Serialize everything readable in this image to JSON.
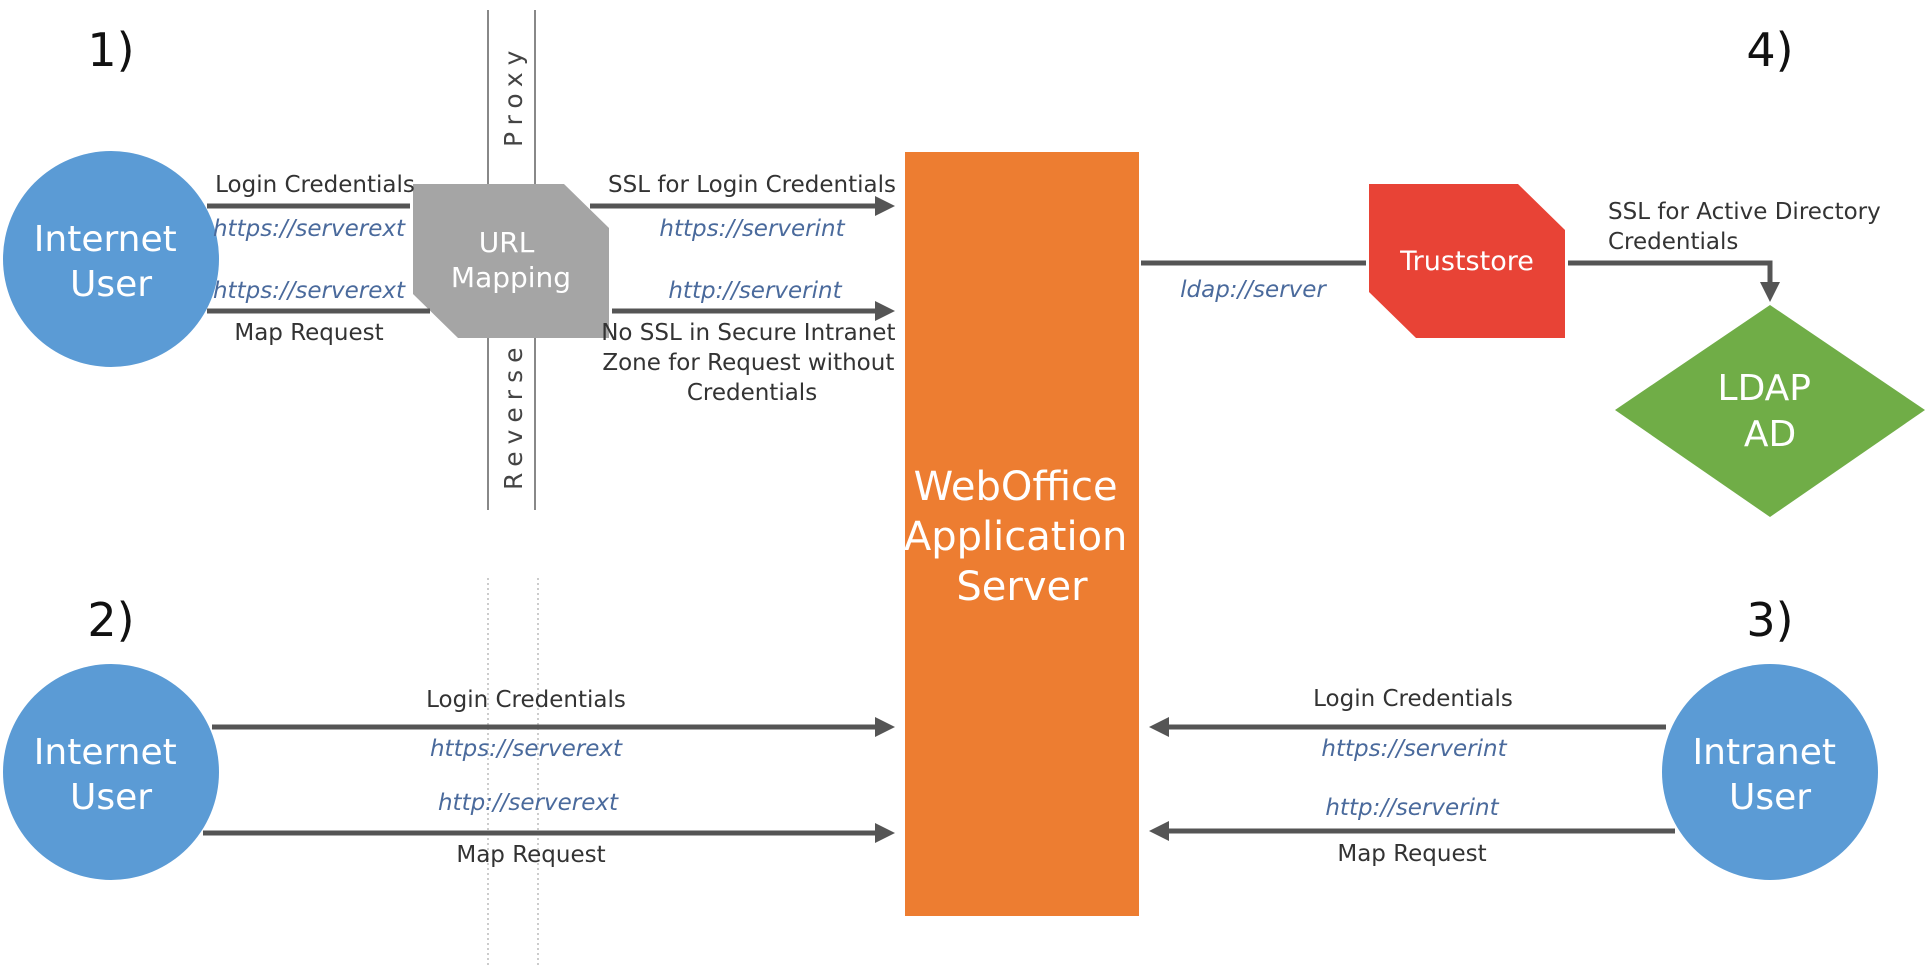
{
  "section_numbers": [
    "1)",
    "2)",
    "3)",
    "4)"
  ],
  "nodes": {
    "internet_user_1": [
      "Internet",
      "User"
    ],
    "internet_user_2": [
      "Internet",
      "User"
    ],
    "intranet_user": [
      "Intranet",
      "User"
    ],
    "url_mapping": [
      "URL",
      "Mapping"
    ],
    "app_server": [
      "WebOffice",
      "Application",
      "Server"
    ],
    "truststore": "Truststore",
    "ldap": [
      "LDAP",
      "AD"
    ]
  },
  "proxy": {
    "top": "Proxy",
    "bottom": "Reverse"
  },
  "scenario1": {
    "login_label": "Login Credentials",
    "login_url": "https://serverext",
    "map_url": "https://serverext",
    "map_label": "Map Request",
    "ssl_login_label": "SSL for Login Credentials",
    "ssl_login_url": "https://serverint",
    "map_int_url": "http://serverint",
    "no_ssl_text": [
      "No SSL in Secure Intranet",
      "Zone for Request without",
      "Credentials"
    ]
  },
  "scenario2": {
    "login_label": "Login Credentials",
    "login_url": "https://serverext",
    "map_url": "http://serverext",
    "map_label": "Map Request"
  },
  "scenario3": {
    "login_label": "Login Credentials",
    "login_url": "https://serverint",
    "map_url": "http://serverint",
    "map_label": "Map Request"
  },
  "scenario4": {
    "ldap_url": "ldap://server",
    "ssl_ad_text": [
      "SSL for Active Directory",
      "Credentials"
    ]
  },
  "colors": {
    "user": "#5b9bd5",
    "mapping": "#a5a5a5",
    "server": "#ed7d31",
    "truststore": "#e84336",
    "ldap": "#70ad47",
    "arrow": "#555555",
    "url_text": "#4a6a9c"
  }
}
